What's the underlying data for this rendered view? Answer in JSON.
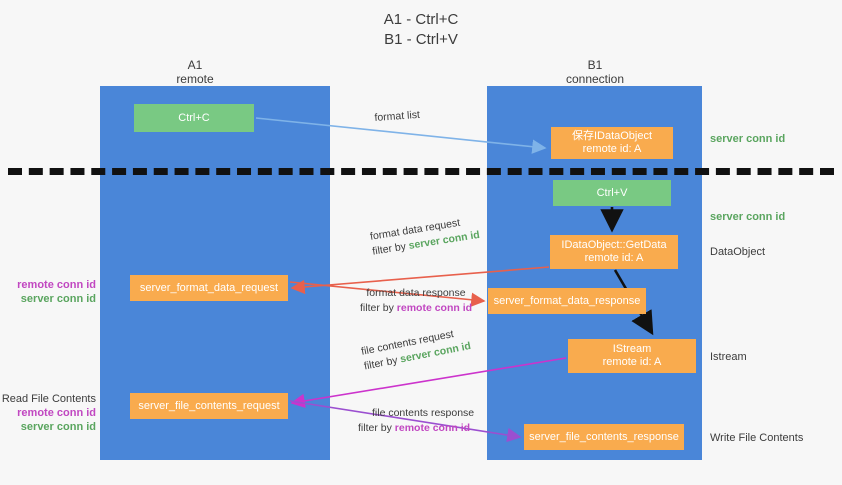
{
  "title": "A1 - Ctrl+C\nB1 - Ctrl+V",
  "columns": [
    {
      "id": "a1",
      "title": "A1",
      "subtitle": "remote",
      "label": "A1\nremote"
    },
    {
      "id": "b1",
      "title": "B1",
      "subtitle": "connection",
      "label": "B1\nconnection"
    }
  ],
  "colors": {
    "lane": "#4a86d8",
    "green_box": "#79c983",
    "orange_box": "#f9ab4e",
    "server_conn_id": "#5aa55f",
    "remote_conn_id": "#c147c1",
    "arrow_blue": "#7fb3e8",
    "arrow_red": "#e8604c",
    "arrow_magenta": "#cc33cc",
    "arrow_purple": "#9b4fd0",
    "arrow_black": "#111111",
    "background": "#f7f7f7"
  },
  "boxes": {
    "ctrl_c": "Ctrl+C",
    "save_idataobject": "保存IDataObject\nremote id: A",
    "ctrl_v": "Ctrl+V",
    "getdata": "IDataObject::GetData\nremote id: A",
    "server_format_data_request": "server_format_data_request",
    "server_format_data_response": "server_format_data_response",
    "istream": "IStream\nremote id: A",
    "server_file_contents_request": "server_file_contents_request",
    "server_file_contents_response": "server_file_contents_response"
  },
  "side_labels": {
    "server_conn_id": "server conn id",
    "remote_conn_id": "remote conn id",
    "dataobject": "DataObject",
    "istream": "Istream",
    "write_file_contents": "Write File Contents",
    "read_file_contents": "Read File Contents"
  },
  "connectors": [
    {
      "id": "format-list",
      "caption": "format list",
      "filter_prefix": "",
      "filter_target": "",
      "color": "#7fb3e8"
    },
    {
      "id": "format-data-request",
      "caption": "format data request",
      "filter_prefix": "filter by ",
      "filter_target": "server conn id",
      "filter_color": "#5aa55f",
      "color": "#e8604c"
    },
    {
      "id": "format-data-response",
      "caption": "format data response",
      "filter_prefix": "filter by ",
      "filter_target": "remote conn id",
      "filter_color": "#c147c1",
      "color": "#e8604c"
    },
    {
      "id": "file-contents-request",
      "caption": "file contents request",
      "filter_prefix": "filter by ",
      "filter_target": "server conn id",
      "filter_color": "#5aa55f",
      "color": "#cc33cc"
    },
    {
      "id": "file-contents-response",
      "caption": "file contents response",
      "filter_prefix": "filter by ",
      "filter_target": "remote conn id",
      "filter_color": "#c147c1",
      "color": "#9b4fd0"
    }
  ]
}
